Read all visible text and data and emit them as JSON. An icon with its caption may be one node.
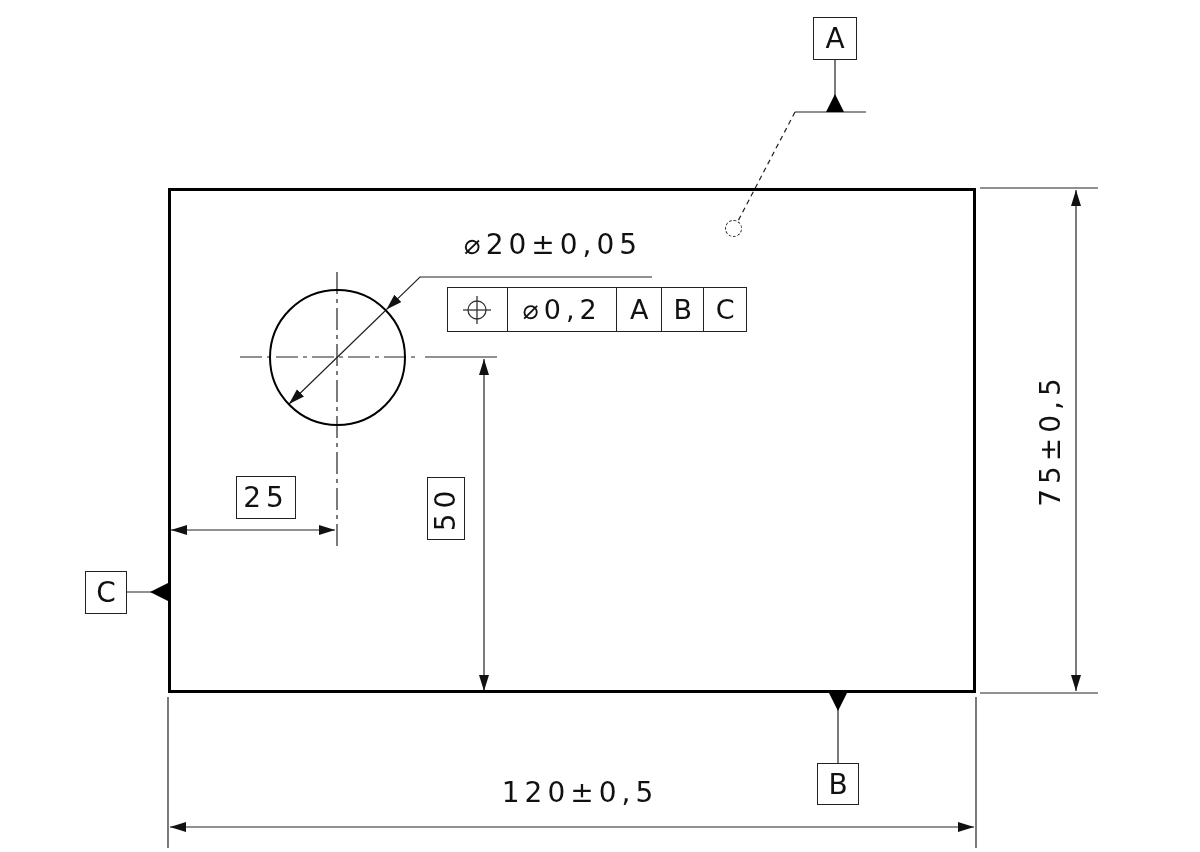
{
  "diagram": {
    "nodes": [
      {
        "text": [],
        "shape": "box"
      },
      {
        "text": [],
        "shape": "circle",
        "in": 0
      },
      {
        "text": [
          "A"
        ]
      },
      {
        "text": [
          "B"
        ]
      },
      {
        "text": [
          "C"
        ]
      },
      {
        "text": [],
        "shape": "circle",
        "in": 0
      },
      {
        "text": [
          "⌀0,2",
          "A",
          "B",
          "C"
        ],
        "in": 0
      },
      {
        "text": [
          "⌀20±0,05"
        ],
        "in": 0
      },
      {
        "text": [
          "25"
        ],
        "in": 0
      },
      {
        "text": [
          "50"
        ],
        "in": 0
      }
    ],
    "edges": [
      {
        "from": 7,
        "to": 1,
        "arrow": "to"
      },
      {
        "from": 2,
        "to": 5,
        "arrow": "to",
        "style": "dashed"
      },
      {
        "from": 3,
        "to": 0,
        "arrow": "other"
      },
      {
        "from": 4,
        "to": 0,
        "arrow": "other"
      }
    ],
    "labels": [
      "120±0,5",
      "75±0,5"
    ]
  }
}
